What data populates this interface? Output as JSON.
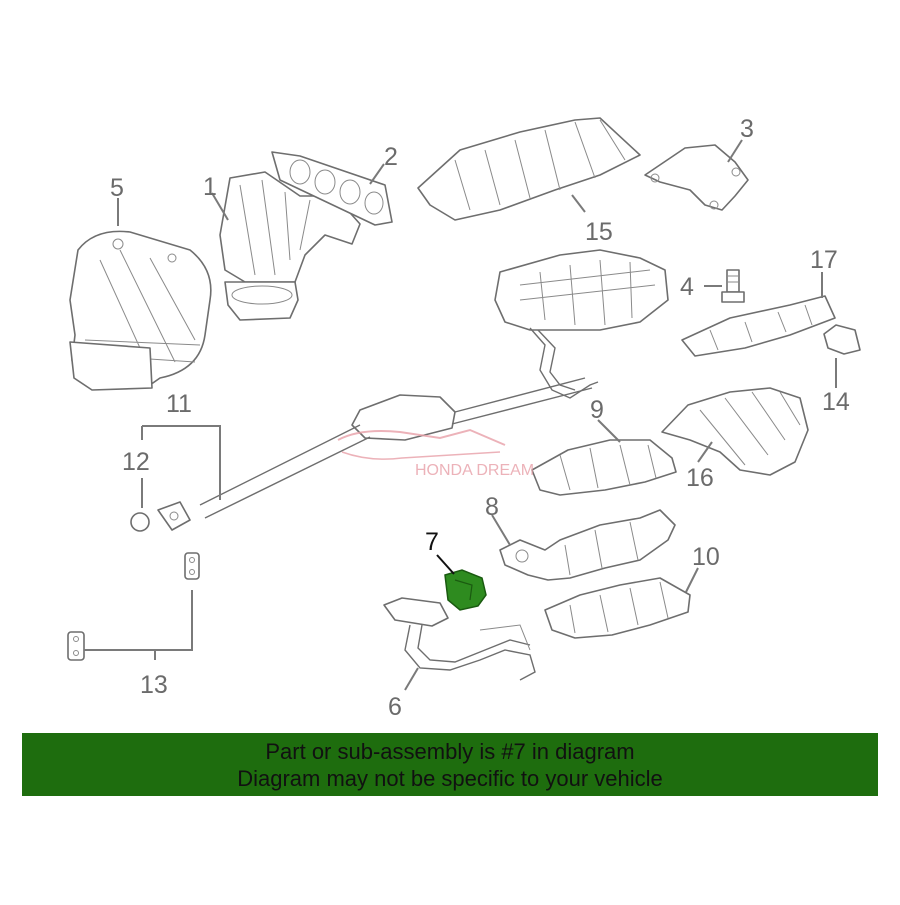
{
  "diagram": {
    "callouts": [
      {
        "id": "n1",
        "label": "1"
      },
      {
        "id": "n2",
        "label": "2"
      },
      {
        "id": "n3",
        "label": "3"
      },
      {
        "id": "n4",
        "label": "4"
      },
      {
        "id": "n5",
        "label": "5"
      },
      {
        "id": "n6",
        "label": "6"
      },
      {
        "id": "n7",
        "label": "7",
        "highlighted": true
      },
      {
        "id": "n8",
        "label": "8"
      },
      {
        "id": "n9",
        "label": "9"
      },
      {
        "id": "n10",
        "label": "10"
      },
      {
        "id": "n11",
        "label": "11"
      },
      {
        "id": "n12",
        "label": "12"
      },
      {
        "id": "n13",
        "label": "13"
      },
      {
        "id": "n14",
        "label": "14"
      },
      {
        "id": "n15",
        "label": "15"
      },
      {
        "id": "n16",
        "label": "16"
      },
      {
        "id": "n17",
        "label": "17"
      }
    ],
    "highlight_color": "#2e8b1f",
    "line_color": "#6e6e6e"
  },
  "watermark": {
    "text": "HONDA DREAM",
    "color": "#e8a0a8"
  },
  "banner": {
    "line1": "Part or sub-assembly is #7 in diagram",
    "line2": "Diagram may not be specific to your vehicle",
    "background": "#1e6d0e"
  }
}
